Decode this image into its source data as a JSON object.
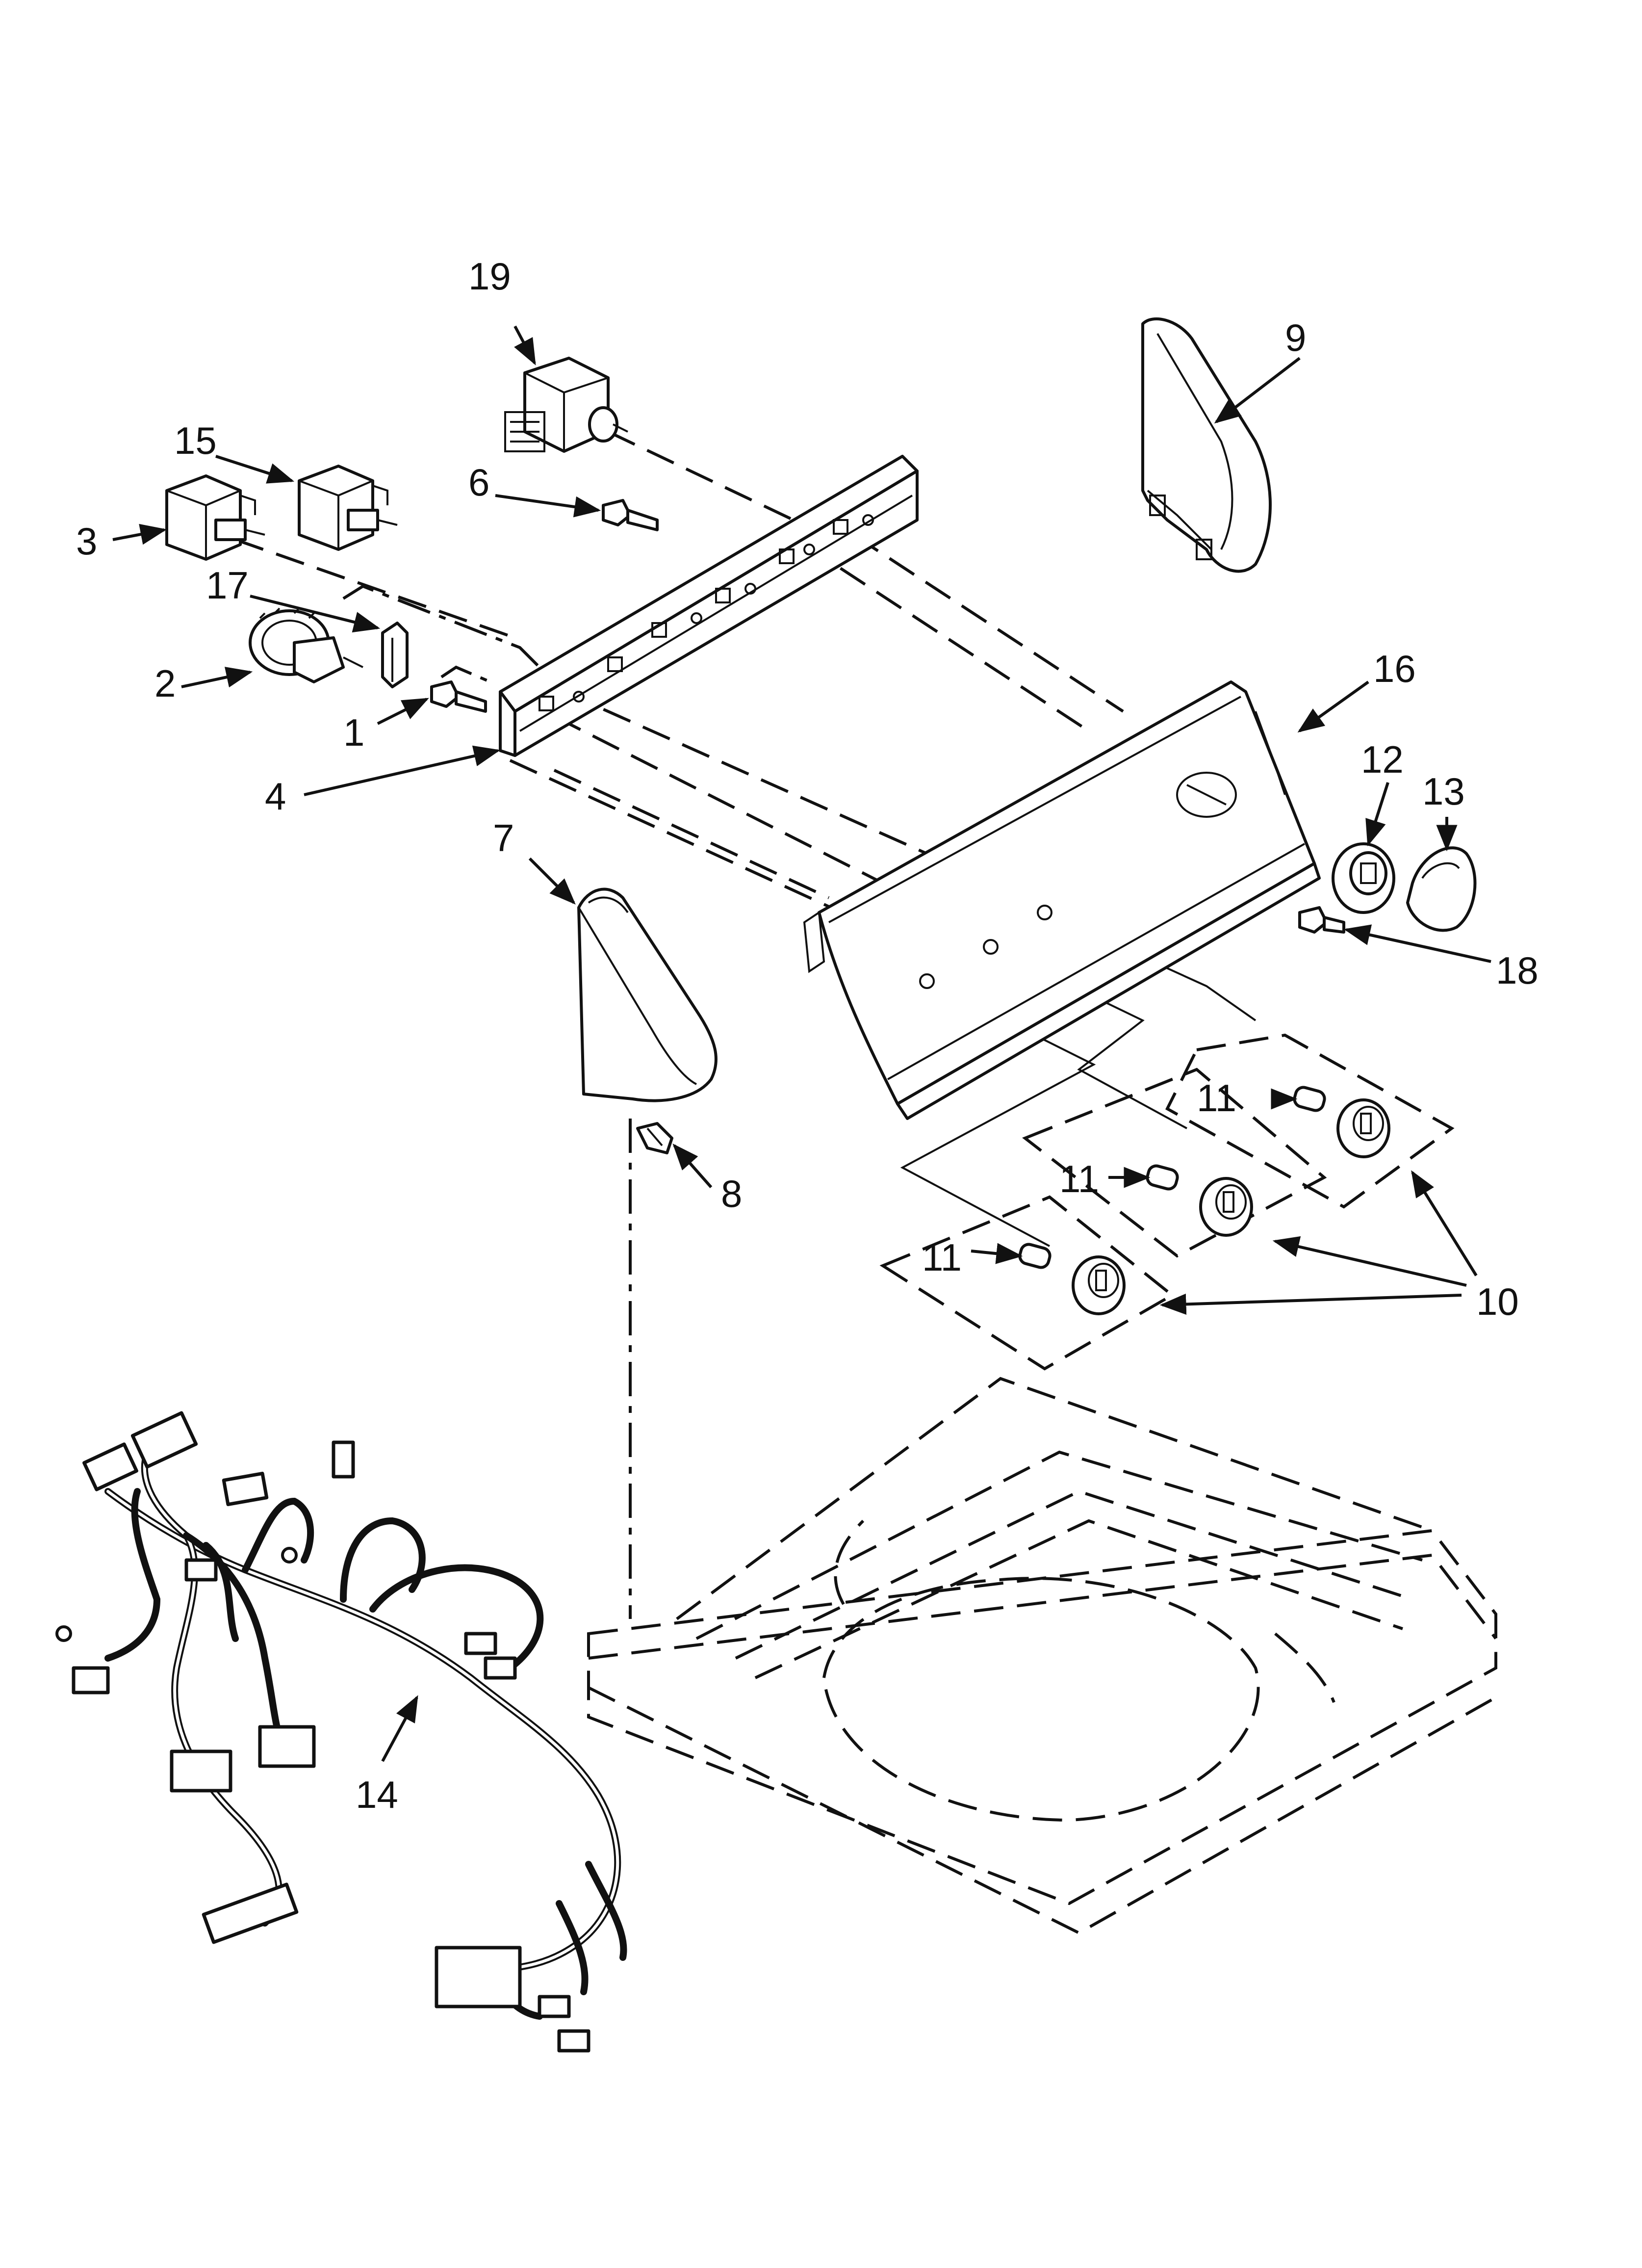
{
  "callouts": {
    "c1": "1",
    "c2": "2",
    "c3": "3",
    "c4": "4",
    "c6": "6",
    "c7": "7",
    "c8": "8",
    "c9": "9",
    "c10": "10",
    "c11a": "11",
    "c11b": "11",
    "c11c": "11",
    "c12": "12",
    "c13": "13",
    "c14": "14",
    "c15": "15",
    "c16": "16",
    "c17": "17",
    "c18": "18",
    "c19": "19"
  }
}
